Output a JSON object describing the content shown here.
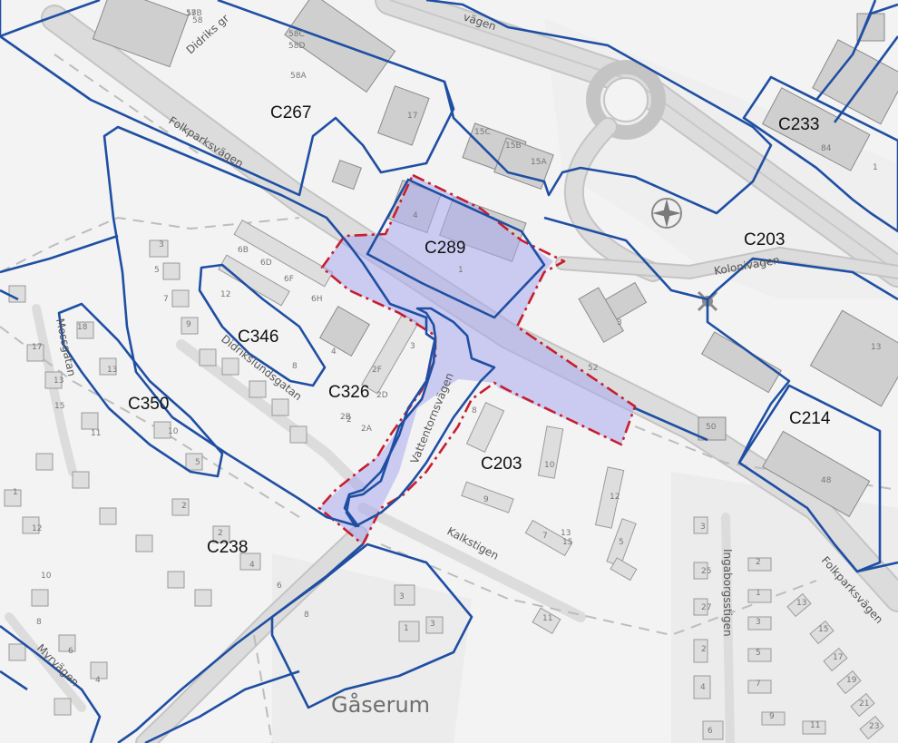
{
  "plan_areas": [
    {
      "id": "c267",
      "label": "C267"
    },
    {
      "id": "c233",
      "label": "C233"
    },
    {
      "id": "c289",
      "label": "C289"
    },
    {
      "id": "c203-east",
      "label": "C203"
    },
    {
      "id": "c346",
      "label": "C346"
    },
    {
      "id": "c326",
      "label": "C326"
    },
    {
      "id": "c350",
      "label": "C350"
    },
    {
      "id": "c214",
      "label": "C214"
    },
    {
      "id": "c203-south",
      "label": "C203"
    },
    {
      "id": "c238",
      "label": "C238"
    }
  ],
  "streets": {
    "folkparksvagen_west": "Folkparksvägen",
    "folkparksvagen_east": "Folkparksvägen",
    "kolonivagen": "Kolonivägen",
    "vattentornsvagen": "Vattentornsvägen",
    "didriksgatan": "Didriks gr",
    "didrikslundsgatan": "Didrikslundsgatan",
    "mossgatan": "Mossgatan",
    "kalkstigen": "Kalkstigen",
    "ingaborgsstigen": "Ingaborgsstigen",
    "myrvagen": "Myrvägen",
    "top_road": "vägen"
  },
  "place_name": "Gåserum",
  "house_numbers": [
    "58B",
    "58C",
    "58D",
    "58A",
    "58",
    "17",
    "15C",
    "15B",
    "15A",
    "1",
    "84",
    "4",
    "6B",
    "6D",
    "6F",
    "6H",
    "12",
    "8",
    "4",
    "2",
    "2F",
    "2D",
    "2B",
    "2A",
    "3",
    "1",
    "3",
    "52",
    "50",
    "13",
    "48",
    "18",
    "13",
    "17",
    "15",
    "11",
    "13",
    "9",
    "7",
    "5",
    "3",
    "1",
    "12",
    "10",
    "8",
    "6",
    "4",
    "2",
    "2",
    "4",
    "6",
    "8",
    "10",
    "5",
    "3",
    "2",
    "1",
    "3",
    "5",
    "7",
    "9",
    "11",
    "13",
    "15",
    "17",
    "19",
    "21",
    "23",
    "25",
    "27",
    "2",
    "4",
    "6",
    "8",
    "10",
    "12",
    "9",
    "7",
    "5",
    "3",
    "1",
    "3",
    "11",
    "13",
    "15",
    "17"
  ],
  "colors": {
    "background": "#f3f3f3",
    "zone_border": "#1f4fa3",
    "highlight_fill": "#a9a9f0",
    "highlight_border": "#c81d2e",
    "building": "#cfcfcf"
  },
  "icons": [
    "roundabout-symbol",
    "compass-symbol",
    "crossing-symbol"
  ]
}
